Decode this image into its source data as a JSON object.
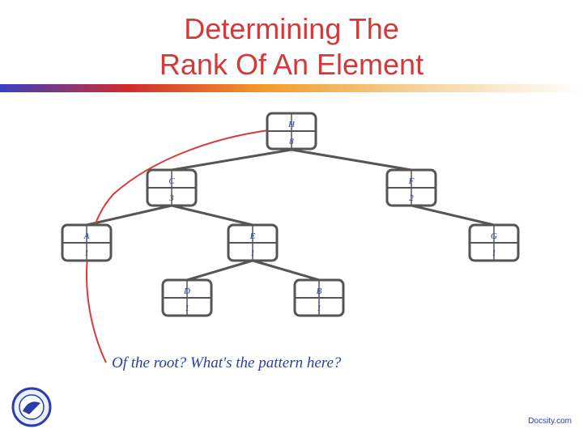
{
  "title": {
    "line1": "Determining The",
    "line2": "Rank Of An Element"
  },
  "tree": {
    "nodes": [
      {
        "id": "root",
        "key": "H",
        "rank": "8"
      },
      {
        "id": "c",
        "key": "C",
        "rank": "3"
      },
      {
        "id": "f",
        "key": "F",
        "rank": "2"
      },
      {
        "id": "a",
        "key": "A",
        "rank": "1"
      },
      {
        "id": "e",
        "key": "E",
        "rank": "1"
      },
      {
        "id": "g",
        "key": "G",
        "rank": "1"
      },
      {
        "id": "d",
        "key": "D",
        "rank": "1"
      },
      {
        "id": "b",
        "key": "B",
        "rank": "1"
      }
    ]
  },
  "annotation": {
    "question": "Of the root?  What's the pattern here?"
  },
  "footer": {
    "source": "Docsity.com"
  },
  "colors": {
    "title": "#d23a3a",
    "text": "#2b3ea8",
    "arrow": "#d83a3a",
    "node_border": "#555555"
  },
  "logo": {
    "icon": "university-seal-icon"
  }
}
